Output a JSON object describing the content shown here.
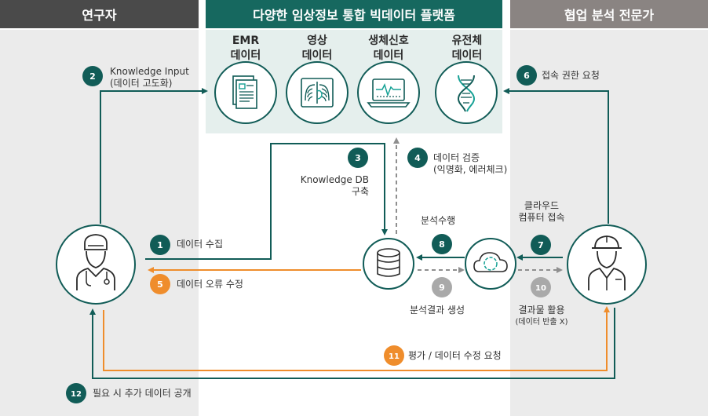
{
  "headers": {
    "left": "연구자",
    "center": "다양한 임상정보 통합 빅데이터 플랫폼",
    "right": "협업 분석 전문가"
  },
  "sources": [
    {
      "line1": "EMR",
      "line2": "데이터",
      "icon": "document-icon"
    },
    {
      "line1": "영상",
      "line2": "데이터",
      "icon": "xray-icon"
    },
    {
      "line1": "생체신호",
      "line2": "데이터",
      "icon": "laptop-signal-icon"
    },
    {
      "line1": "유전체",
      "line2": "데이터",
      "icon": "dna-icon"
    }
  ],
  "steps": {
    "s1": {
      "num": "1",
      "label": "데이터 수집"
    },
    "s2": {
      "num": "2",
      "label": "Knowledge Input",
      "sub": "(데이터 고도화)"
    },
    "s3": {
      "num": "3",
      "label": "Knowledge DB",
      "sub": "구축"
    },
    "s4": {
      "num": "4",
      "label": "데이터 검증",
      "sub": "(익명화, 에러체크)"
    },
    "s5": {
      "num": "5",
      "label": "데이터 오류 수정"
    },
    "s6": {
      "num": "6",
      "label": "접속 권한 요청"
    },
    "s7": {
      "num": "7",
      "label": "클라우드",
      "sub": "컴퓨터 접속"
    },
    "s8": {
      "num": "8",
      "label": "분석수행"
    },
    "s9": {
      "num": "9",
      "label": "분석결과 생성"
    },
    "s10": {
      "num": "10",
      "label": "결과물 활용",
      "sub": "(데이터 반출 X)"
    },
    "s11": {
      "num": "11",
      "label": "평가 / 데이터 수정 요청"
    },
    "s12": {
      "num": "12",
      "label": "필요 시 추가 데이터 공개"
    }
  },
  "colors": {
    "teal": "#115c57",
    "orange": "#ef8d2c",
    "gray_badge": "#a9a9a9",
    "header_left": "#4a4a4a",
    "header_center": "#16685f",
    "header_right": "#8a8482",
    "panel_side": "#ebebeb",
    "panel_source": "#e5efed"
  }
}
